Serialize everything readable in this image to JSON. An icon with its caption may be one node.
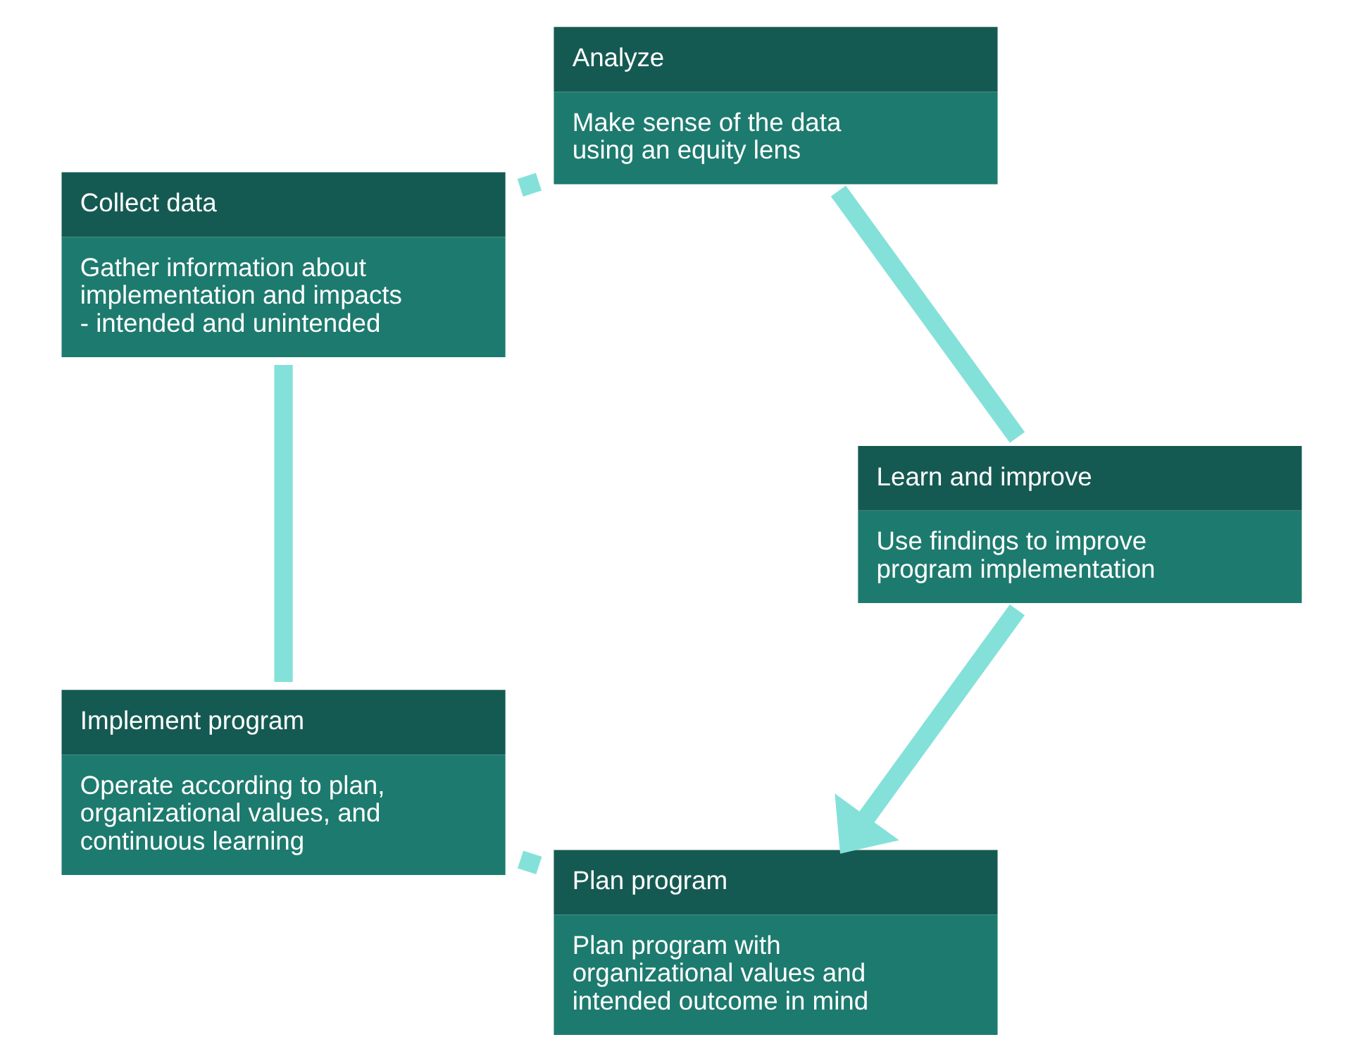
{
  "diagram": {
    "nodes": [
      {
        "text": [
          "Plan program",
          "Plan program with organizational values and intended outcome in mind"
        ]
      },
      {
        "text": [
          "Implement program",
          "Operate according to plan, organizational values, and continuous learning"
        ]
      },
      {
        "text": [
          "Collect data",
          "Gather information about implementation and impacts - intended and unintended"
        ]
      },
      {
        "text": [
          "Analyze",
          "Make sense of the data using an equity lens"
        ]
      },
      {
        "text": [
          "Learn and improve",
          "Use findings to improve program implementation"
        ]
      }
    ],
    "edges": [
      {
        "from": 0,
        "to": 1,
        "arrow": "none"
      },
      {
        "from": 1,
        "to": 2,
        "arrow": "none"
      },
      {
        "from": 2,
        "to": 3,
        "arrow": "none"
      },
      {
        "from": 3,
        "to": 4,
        "arrow": "none"
      },
      {
        "from": 4,
        "to": 0,
        "arrow": "to"
      }
    ]
  }
}
